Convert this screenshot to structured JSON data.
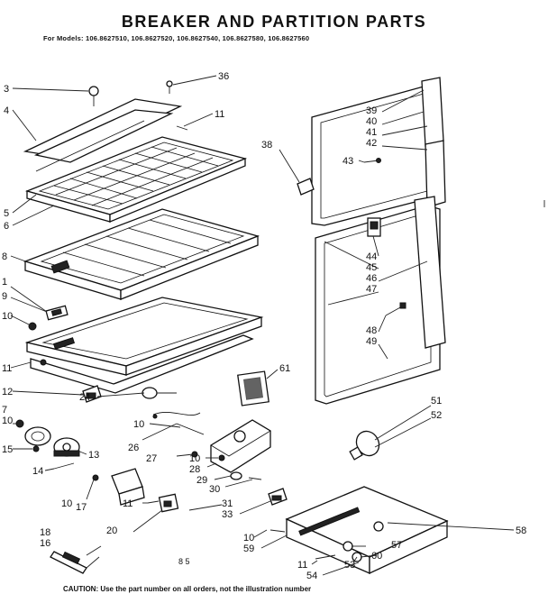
{
  "title": "BREAKER AND PARTITION PARTS",
  "models": "For Models: 106.8627510, 106.8627520, 106.8627540, 106.8627580, 106.8627560",
  "caution": "CAUTION: Use the part number on all orders, not the illustration number",
  "page_mark": "8 5",
  "callouts": [
    "3",
    "36",
    "4",
    "11",
    "5",
    "6",
    "38",
    "39",
    "40",
    "41",
    "42",
    "43",
    "8",
    "1",
    "9",
    "10",
    "11",
    "44",
    "45",
    "46",
    "47",
    "48",
    "49",
    "61",
    "12",
    "7",
    "10",
    "15",
    "13",
    "24",
    "14",
    "10",
    "26",
    "27",
    "10",
    "28",
    "51",
    "52",
    "29",
    "30",
    "10",
    "17",
    "11",
    "31",
    "20",
    "33",
    "58",
    "18",
    "16",
    "10",
    "59",
    "57",
    "60",
    "11",
    "53",
    "54"
  ]
}
